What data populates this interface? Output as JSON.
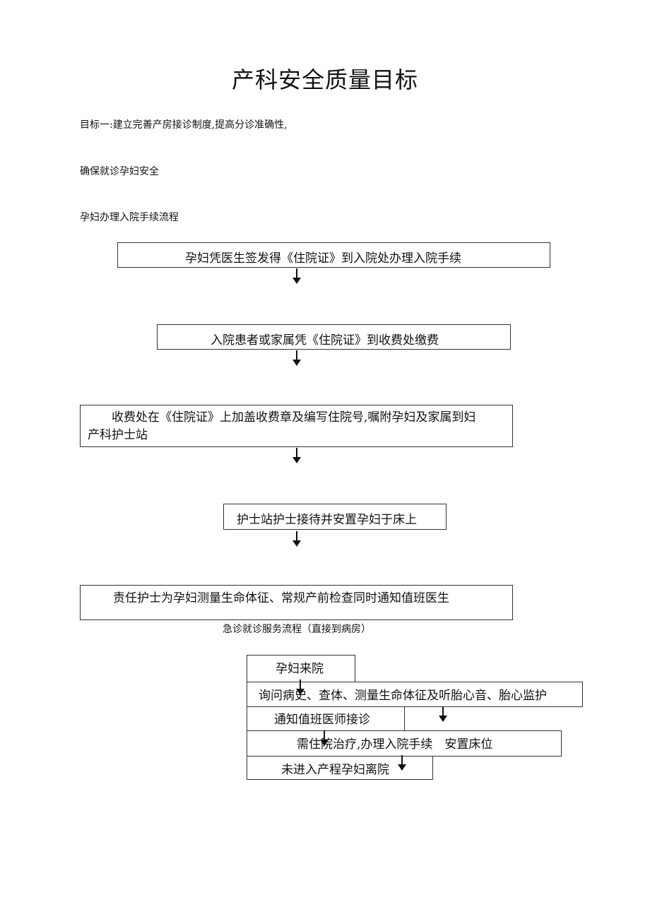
{
  "title": "产科安全质量目标",
  "goal_line1": "目标一:建立完善产房接诊制度,提高分诊准确性,",
  "goal_line2": "确保就诊孕妇安全",
  "admission_heading": "孕妇办理入院手续流程",
  "admission_flow": [
    "孕妇凭医生签发得《住院证》到入院处办理入院手续",
    "入院患者或家属凭《住院证》到收费处缴费",
    "收费处在《住院证》上加盖收费章及编写住院号,嘱附孕妇及家属到妇",
    "产科护士站",
    "护士站护士接待并安置孕妇于床上",
    "责任护士为孕妇测量生命体征、常规产前检查同时通知值班医生"
  ],
  "emergency_heading": "急诊就诊服务流程（直接到病房）",
  "emergency_flow": [
    "孕妇来院",
    "询问病史、查体、测量生命体征及听胎心音、胎心监护",
    "通知值班医师接诊",
    "需住院治疗,办理入院手续　安置床位",
    "未进入产程孕妇离院"
  ]
}
